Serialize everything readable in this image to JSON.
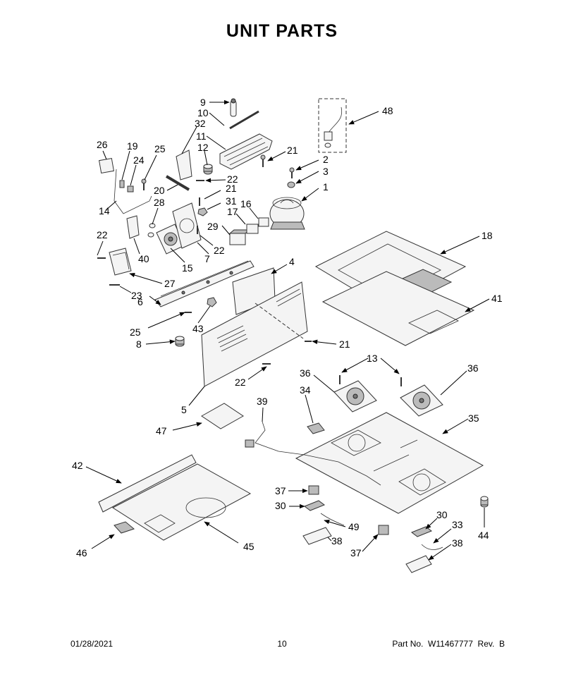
{
  "title": "UNIT PARTS",
  "callouts": [
    {
      "id": "c9",
      "label": "9"
    },
    {
      "id": "c10",
      "label": "10"
    },
    {
      "id": "c32",
      "label": "32"
    },
    {
      "id": "c11",
      "label": "11"
    },
    {
      "id": "c12",
      "label": "12"
    },
    {
      "id": "c21a",
      "label": "21"
    },
    {
      "id": "c26",
      "label": "26"
    },
    {
      "id": "c19",
      "label": "19"
    },
    {
      "id": "c24",
      "label": "24"
    },
    {
      "id": "c25a",
      "label": "25"
    },
    {
      "id": "c22a",
      "label": "22"
    },
    {
      "id": "c20",
      "label": "20"
    },
    {
      "id": "c21b",
      "label": "21"
    },
    {
      "id": "c31",
      "label": "31"
    },
    {
      "id": "c28",
      "label": "28"
    },
    {
      "id": "c14",
      "label": "14"
    },
    {
      "id": "c16",
      "label": "16"
    },
    {
      "id": "c17",
      "label": "17"
    },
    {
      "id": "c29",
      "label": "29"
    },
    {
      "id": "c22b",
      "label": "22"
    },
    {
      "id": "c40",
      "label": "40"
    },
    {
      "id": "c15",
      "label": "15"
    },
    {
      "id": "c7",
      "label": "7"
    },
    {
      "id": "c22c",
      "label": "22"
    },
    {
      "id": "c27",
      "label": "27"
    },
    {
      "id": "c23",
      "label": "23"
    },
    {
      "id": "c6",
      "label": "6"
    },
    {
      "id": "c25b",
      "label": "25"
    },
    {
      "id": "c43",
      "label": "43"
    },
    {
      "id": "c8",
      "label": "8"
    },
    {
      "id": "c4",
      "label": "4"
    },
    {
      "id": "c21c",
      "label": "21"
    },
    {
      "id": "c22d",
      "label": "22"
    },
    {
      "id": "c5",
      "label": "5"
    },
    {
      "id": "c48",
      "label": "48"
    },
    {
      "id": "c2",
      "label": "2"
    },
    {
      "id": "c3",
      "label": "3"
    },
    {
      "id": "c1",
      "label": "1"
    },
    {
      "id": "c18",
      "label": "18"
    },
    {
      "id": "c41",
      "label": "41"
    },
    {
      "id": "c13",
      "label": "13"
    },
    {
      "id": "c36a",
      "label": "36"
    },
    {
      "id": "c36b",
      "label": "36"
    },
    {
      "id": "c34",
      "label": "34"
    },
    {
      "id": "c39",
      "label": "39"
    },
    {
      "id": "c35",
      "label": "35"
    },
    {
      "id": "c47",
      "label": "47"
    },
    {
      "id": "c42",
      "label": "42"
    },
    {
      "id": "c46",
      "label": "46"
    },
    {
      "id": "c45",
      "label": "45"
    },
    {
      "id": "c37a",
      "label": "37"
    },
    {
      "id": "c30a",
      "label": "30"
    },
    {
      "id": "c49",
      "label": "49"
    },
    {
      "id": "c38a",
      "label": "38"
    },
    {
      "id": "c37b",
      "label": "37"
    },
    {
      "id": "c30b",
      "label": "30"
    },
    {
      "id": "c33",
      "label": "33"
    },
    {
      "id": "c38b",
      "label": "38"
    },
    {
      "id": "c44",
      "label": "44"
    }
  ],
  "footer": {
    "date": "01/28/2021",
    "page": "10",
    "part": "Part No.  W11467777  Rev.  B"
  }
}
